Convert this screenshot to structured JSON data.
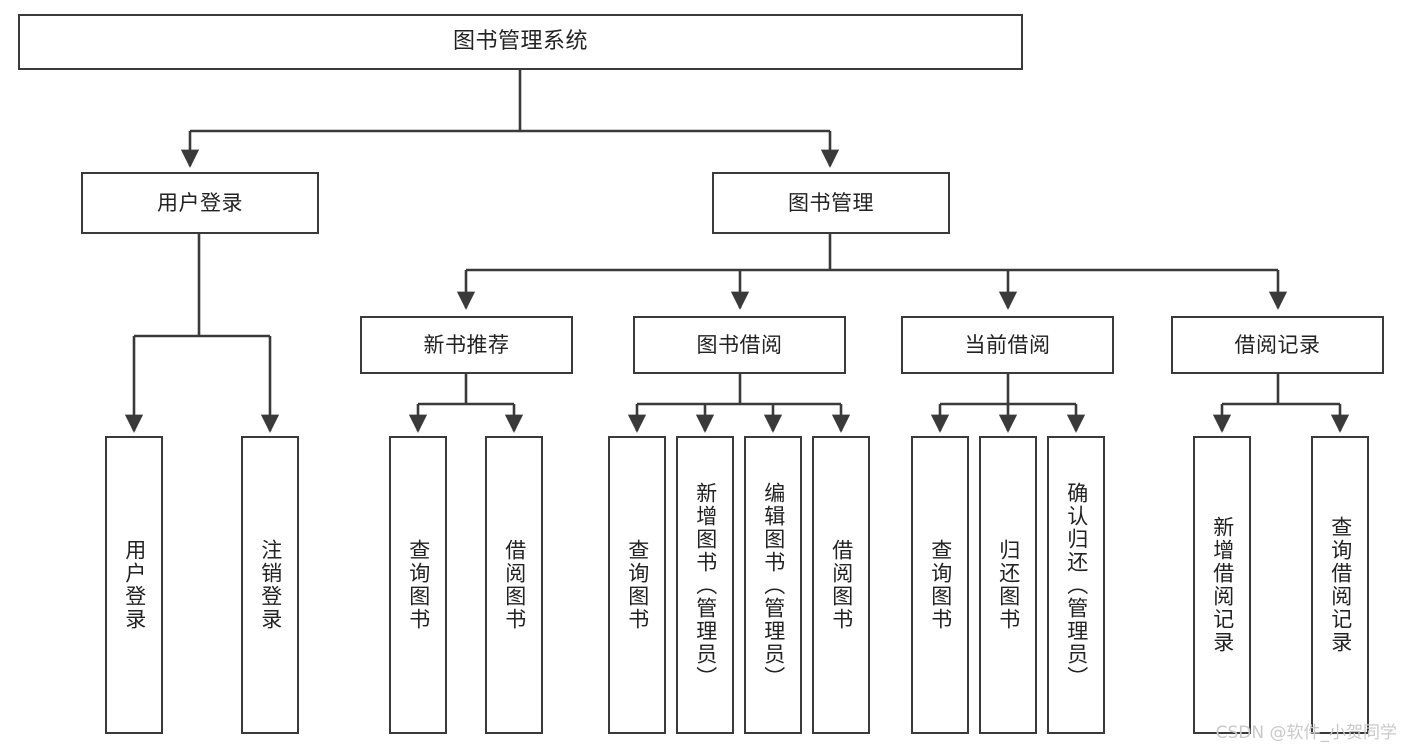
{
  "diagram": {
    "title": "图书管理系统",
    "type": "tree-hierarchy-diagram",
    "theme": {
      "background": "#ffffff",
      "border": "#3a3a3a",
      "text": "#222222",
      "watermark": "#c9c9c9"
    },
    "watermark": "CSDN @软件_小贺同学"
  },
  "nodes": {
    "root": {
      "label": "图书管理系统",
      "level": 0
    },
    "l1": [
      {
        "id": "user-login",
        "label": "用户登录",
        "level": 1
      },
      {
        "id": "book-manage",
        "label": "图书管理",
        "level": 1
      }
    ],
    "l2": [
      {
        "id": "new-book-recommend",
        "label": "新书推荐",
        "level": 2,
        "parent": "book-manage"
      },
      {
        "id": "book-borrow",
        "label": "图书借阅",
        "level": 2,
        "parent": "book-manage"
      },
      {
        "id": "current-borrow",
        "label": "当前借阅",
        "level": 2,
        "parent": "book-manage"
      },
      {
        "id": "borrow-record",
        "label": "借阅记录",
        "level": 2,
        "parent": "book-manage"
      }
    ],
    "leaves": [
      {
        "id": "leaf-user-login",
        "label": "用户登录",
        "parent": "user-login"
      },
      {
        "id": "leaf-logout",
        "label": "注销登录",
        "parent": "user-login"
      },
      {
        "id": "leaf-query-book-1",
        "label": "查询图书",
        "parent": "new-book-recommend"
      },
      {
        "id": "leaf-borrow-book-1",
        "label": "借阅图书",
        "parent": "new-book-recommend"
      },
      {
        "id": "leaf-query-book-2",
        "label": "查询图书",
        "parent": "book-borrow"
      },
      {
        "id": "leaf-add-book",
        "label": "新增图书（管理员）",
        "parent": "book-borrow"
      },
      {
        "id": "leaf-edit-book",
        "label": "编辑图书（管理员）",
        "parent": "book-borrow"
      },
      {
        "id": "leaf-borrow-book-2",
        "label": "借阅图书",
        "parent": "book-borrow"
      },
      {
        "id": "leaf-query-book-3",
        "label": "查询图书",
        "parent": "current-borrow"
      },
      {
        "id": "leaf-return-book",
        "label": "归还图书",
        "parent": "current-borrow"
      },
      {
        "id": "leaf-confirm-return",
        "label": "确认归还（管理员）",
        "parent": "current-borrow"
      },
      {
        "id": "leaf-add-record",
        "label": "新增借阅记录",
        "parent": "borrow-record"
      },
      {
        "id": "leaf-query-record",
        "label": "查询借阅记录",
        "parent": "borrow-record"
      }
    ]
  }
}
